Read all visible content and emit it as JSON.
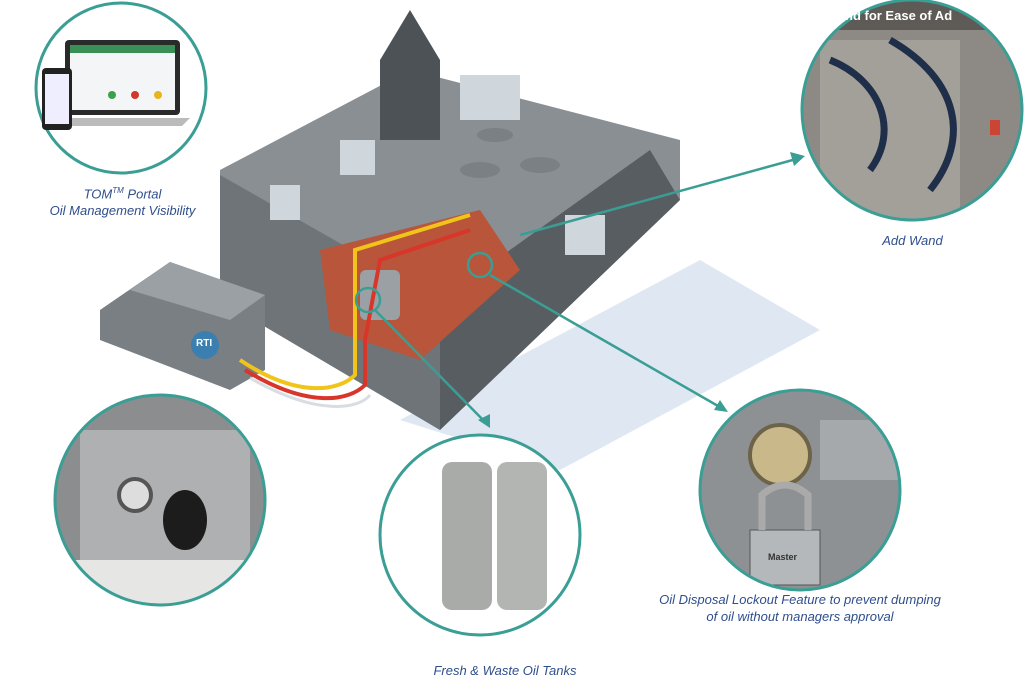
{
  "labels": {
    "portal_title": "TOM",
    "portal_sup": "TM",
    "portal_title_suffix": " Portal",
    "portal_subtitle": "Oil Management  Visibility",
    "add_wand": "Add Wand",
    "add_wand_photo_caption": "nd for Ease of Ad",
    "tanks": "Fresh & Waste Oil Tanks",
    "lockout_line1": "Oil Disposal Lockout Feature to  prevent dumping",
    "lockout_line2": "of oil without managers approval",
    "truck_logo": "RTI",
    "lock_brand": "Master"
  },
  "colors": {
    "accent": "#3a9e95",
    "label": "#2f4e8c",
    "fresh_line": "#f0c419",
    "waste_line": "#d9362b",
    "building": "#6f7478",
    "floor": "#b8553a"
  }
}
